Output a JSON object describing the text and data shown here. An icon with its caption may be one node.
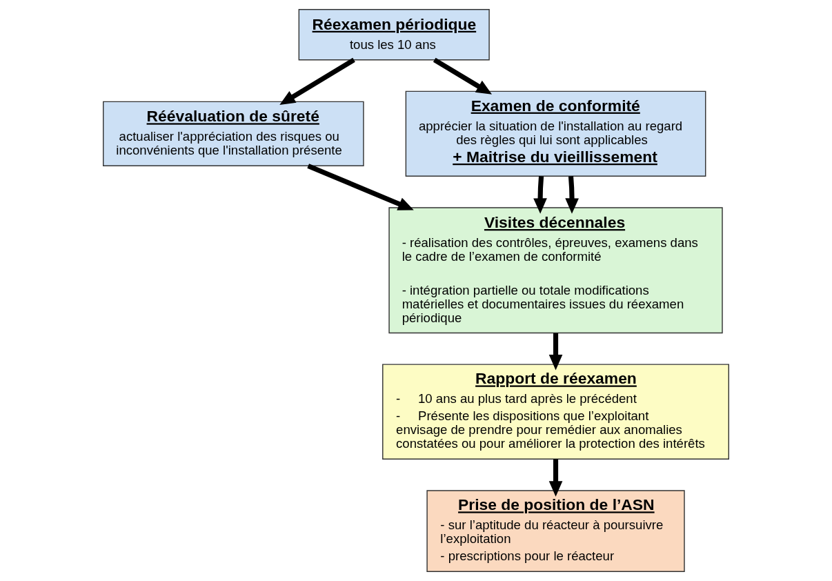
{
  "diagram": {
    "nodes": [
      {
        "text": [
          "Réexamen périodique",
          "tous les 10 ans"
        ]
      },
      {
        "text": [
          "Réévaluation de sûreté",
          "actualiser l'appréciation des risques ou inconvénients que l'installation présente"
        ]
      },
      {
        "text": [
          "Examen de conformité",
          "apprécier la situation de l'installation au regard des règles qui lui sont applicables",
          "+ Maitrise du vieillissement"
        ]
      },
      {
        "text": [
          "Visites décennales",
          "- réalisation des contrôles, épreuves, examens dans le cadre de l’examen de conformité",
          "- intégration partielle ou totale modifications matérielles et documentaires issues du réexamen périodique"
        ]
      },
      {
        "text": [
          "Rapport de réexamen",
          "-     10 ans au plus tard après le précédent",
          "-     Présente les dispositions que l’exploitant  envisage de prendre pour remédier aux anomalies constatées ou pour améliorer la protection des intérêts"
        ]
      },
      {
        "text": [
          "Prise de position de l’ASN",
          "- sur l’aptitude du réacteur à poursuivre l’exploitation",
          "- prescriptions pour le réacteur"
        ]
      }
    ],
    "edges": [
      {
        "from": 0,
        "to": 1,
        "arrow": "to"
      },
      {
        "from": 0,
        "to": 2,
        "arrow": "to"
      },
      {
        "from": 1,
        "to": 3,
        "arrow": "to"
      },
      {
        "from": 2,
        "to": 3,
        "arrow": "to"
      },
      {
        "from": 2,
        "to": 3,
        "arrow": "to"
      },
      {
        "from": 3,
        "to": 4,
        "arrow": "to"
      },
      {
        "from": 4,
        "to": 5,
        "arrow": "to"
      }
    ]
  }
}
